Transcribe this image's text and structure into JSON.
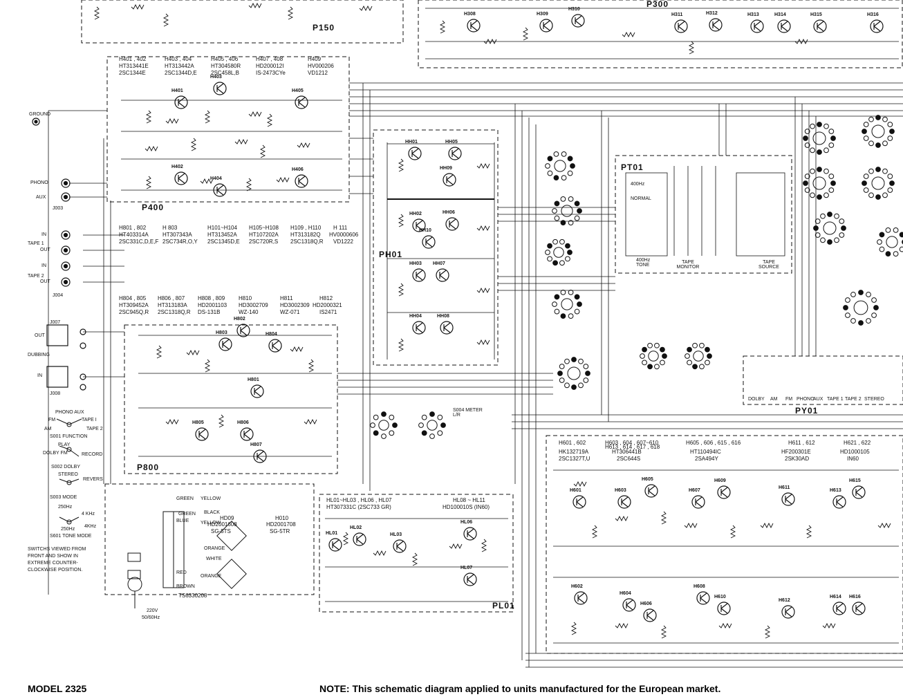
{
  "footer": {
    "model": "MODEL 2325",
    "note": "NOTE:  This schematic diagram applied to units manufactured for the European market."
  },
  "boards": {
    "p150": "P150",
    "p300": "P300",
    "p400": "P400",
    "ph01": "PH01",
    "pt01": "PT01",
    "p800": "P800",
    "py01": "PY01",
    "pl01": "PL01"
  },
  "p400": {
    "header_refs": [
      "H401 , 402",
      "H403 , 404",
      "H405 , 406",
      "H407 , 408",
      "H409"
    ],
    "header_parts": [
      "HT313441E",
      "HT313442A",
      "HT304580R",
      "HD200012I",
      "HV000206"
    ],
    "header_types": [
      "2SC1344E",
      "2SC1344D,E",
      "2SC458L,B",
      "IS-2473CYe",
      "VD1212"
    ],
    "transistors": [
      "H401",
      "H403",
      "H405",
      "H402",
      "H404",
      "H406"
    ]
  },
  "ph01": {
    "header_refs": [
      "H801 , 802",
      "H 803",
      "H101~H104",
      "H105~H108",
      "H109 , H110",
      "H 111"
    ],
    "header_parts": [
      "HT403314A",
      "HT307343A",
      "HT313452A",
      "HT107202A",
      "HT313182Q",
      "HV0000606"
    ],
    "header_types": [
      "2SC331C,D,E,F",
      "2SC734R,O,Y",
      "2SC1345D,E",
      "2SC720R,S",
      "2SC1318Q,R",
      "VD1222"
    ],
    "transistors": [
      "HH01",
      "HH05",
      "HH09",
      "HH02",
      "HH06",
      "HH10",
      "HH03",
      "HH07",
      "HH04",
      "HH08"
    ]
  },
  "p800": {
    "header_refs": [
      "H804 , 805",
      "H806 , 807",
      "H808 , 809",
      "H810",
      "H811",
      "H812"
    ],
    "header_parts": [
      "HT309452A",
      "HT313183A",
      "HD2001103",
      "HD3002709",
      "HD3002309",
      "HD2000321"
    ],
    "header_types": [
      "2SC945Q,R",
      "2SC1318Q,R",
      "DS-131B",
      "WZ-140",
      "WZ-071",
      "IS2471"
    ],
    "transistors": [
      "H802",
      "H803",
      "H804",
      "H801",
      "H805",
      "H806",
      "H807"
    ]
  },
  "pl01": {
    "header_refs": "HL01~HL03 , HL06 , HL07",
    "header_part": "HT307331C (2SC733 GR)",
    "header_refs_2": "HL08 ~ HL11",
    "header_part_2": "HD100010S (IN60)",
    "transistors": [
      "HL01",
      "HL02",
      "HL03",
      "HL06",
      "HL07"
    ]
  },
  "power": {
    "refs_1": "HD09",
    "part_1": "HD2001608",
    "type_1": "SG-5TS",
    "refs_2": "H010",
    "part_2": "HD2001708",
    "type_2": "SG-5TR",
    "transformer": "TS6330208",
    "mains": "220V",
    "freq": "50/60Hz",
    "wires": [
      "GREEN",
      "YELLOW",
      "BLUE",
      "BLACK",
      "ORANGE",
      "WHITE",
      "RED",
      "BROWN",
      "GREEN",
      "YELLOW",
      "ORANGE"
    ]
  },
  "p600": {
    "header_refs": [
      "H601 , 602",
      "H603 , 604 , 607~610",
      "H605 , 606 , 615 , 616",
      "H611 , 612",
      "H621 , 622"
    ],
    "header_refs_b": [
      "",
      "H613 , 614 , 617 , 618",
      "",
      "",
      ""
    ],
    "header_parts": [
      "HK132719A",
      "HT306441B",
      "HT110494IC",
      "HF200301E",
      "HD1000105"
    ],
    "header_types": [
      "2SC1327T,U",
      "2SC644S",
      "2SA494Y",
      "2SK30AD",
      "IN60"
    ],
    "transistors": [
      "H601",
      "H603",
      "H605",
      "H607",
      "H609",
      "H611",
      "H613",
      "H615",
      "H602",
      "H604",
      "H606",
      "H608",
      "H610",
      "H612",
      "H614",
      "H616"
    ]
  },
  "p300": {
    "transistors": [
      "H308",
      "H309",
      "H310",
      "H311",
      "H312",
      "H313",
      "H314",
      "H315",
      "H316"
    ]
  },
  "jacks": {
    "ground": "GROUND",
    "phono": "PHONO",
    "aux": "AUX",
    "in": "IN",
    "tape1": "TAPE 1",
    "out": "OUT",
    "tape2": "TAPE 2",
    "dubbing": "DUBBING",
    "j003": "J003",
    "j004": "J004",
    "j007": "J007",
    "j008": "J008"
  },
  "legend": {
    "phono_aux": "PHONO AUX",
    "fm": "FM",
    "tape1": "TAPE I",
    "am": "AM",
    "tape2": "TAPE 2",
    "function": "S001  FUNCTION",
    "play": "PLAY",
    "dolby_fm": "DOLBY FM",
    "record": "RECORD",
    "dolby": "S002  DOLBY",
    "stereo": "STEREO",
    "revers": "REVERS",
    "mode": "S003  MODE",
    "tone_250": "250Hz",
    "tone_4k": "4 KHz",
    "tone_4k2": "4KHz",
    "tone_250b": "250Hz",
    "tone_mode": "S601  TONE MODE",
    "note": "SWITCHS VIEWED FROM FRONT AND SHOW IN EXTREME COUNTER-CLOCKWISE POSITION."
  },
  "tape": {
    "hz400": "400Hz",
    "normal": "NORMAL",
    "tape_monitor": "TAPE MONITOR",
    "tape_source": "TAPE SOURCE",
    "tone": "400Hz TONE",
    "meter": "S004 METER L/R",
    "py_labels": [
      "DOLBY",
      "AM",
      "FM",
      "PHONO",
      "AUX",
      "TAPE 1",
      "TAPE 2",
      "STEREO"
    ]
  }
}
